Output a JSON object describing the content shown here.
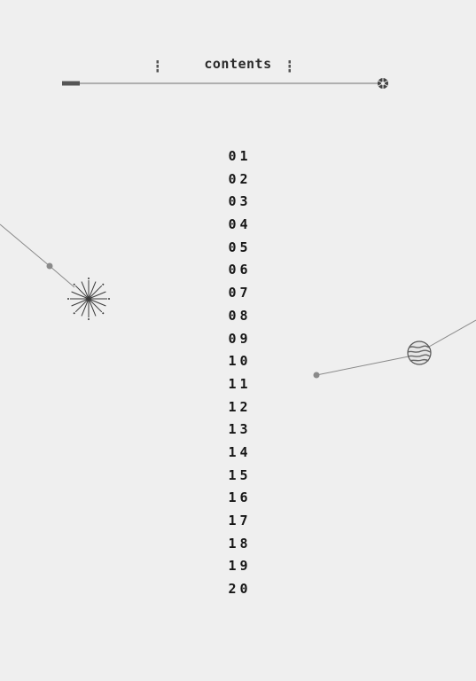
{
  "header": {
    "title": "contents"
  },
  "toc": {
    "items": [
      "01",
      "02",
      "03",
      "04",
      "05",
      "06",
      "07",
      "08",
      "09",
      "10",
      "11",
      "12",
      "13",
      "14",
      "15",
      "16",
      "17",
      "18",
      "19",
      "20"
    ]
  },
  "colors": {
    "background": "#efefef",
    "text": "#161616",
    "line": "#9a9a9a",
    "accent": "#555555"
  },
  "icons": [
    "starburst-icon",
    "planet-icon",
    "aperture-icon"
  ]
}
